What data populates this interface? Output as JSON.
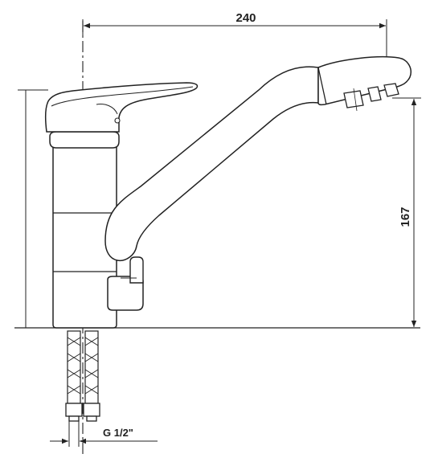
{
  "dimensions": {
    "overall_width": "240",
    "spout_height": "167",
    "thread_size": "G 1/2\""
  },
  "colors": {
    "line": "#222222",
    "background": "#ffffff"
  }
}
